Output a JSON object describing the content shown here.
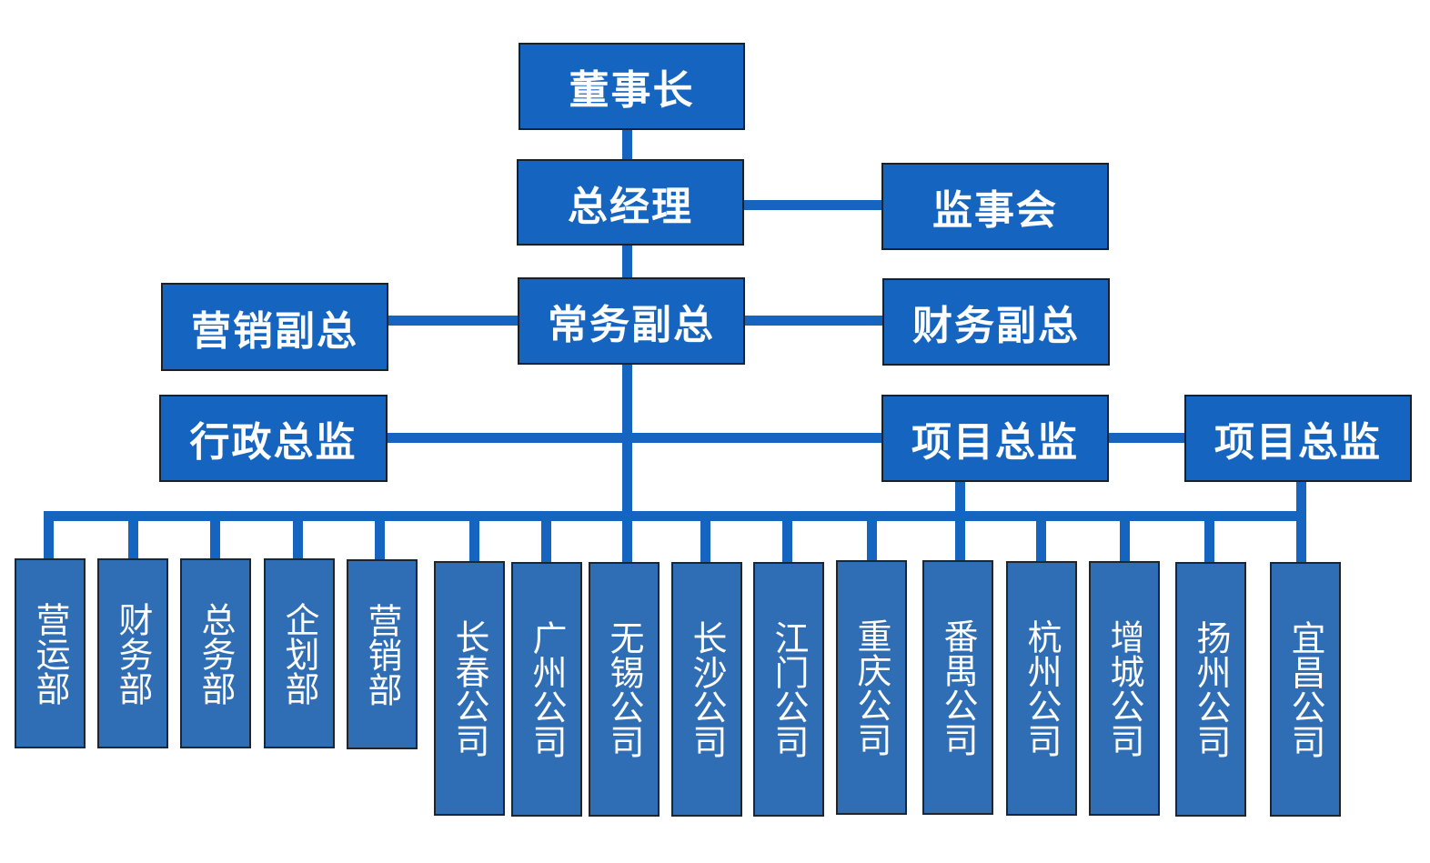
{
  "colors": {
    "box_fill": "#1565c0",
    "dept_fill": "#2f6db4",
    "border": "#16212c",
    "text": "#ffffff",
    "connector": "#1565c0"
  },
  "executives": {
    "chairman": "董事长",
    "general_manager": "总经理",
    "supervisory_board": "监事会",
    "marketing_vp": "营销副总",
    "executive_vp": "常务副总",
    "finance_vp": "财务副总",
    "admin_director": "行政总监",
    "project_director_1": "项目总监",
    "project_director_2": "项目总监"
  },
  "departments": [
    "营运部",
    "财务部",
    "总务部",
    "企划部",
    "营销部"
  ],
  "companies": [
    "长春公司",
    "广州公司",
    "无锡公司",
    "长沙公司",
    "江门公司",
    "重庆公司",
    "番禺公司",
    "杭州公司",
    "增城公司",
    "扬州公司",
    "宜昌公司"
  ]
}
